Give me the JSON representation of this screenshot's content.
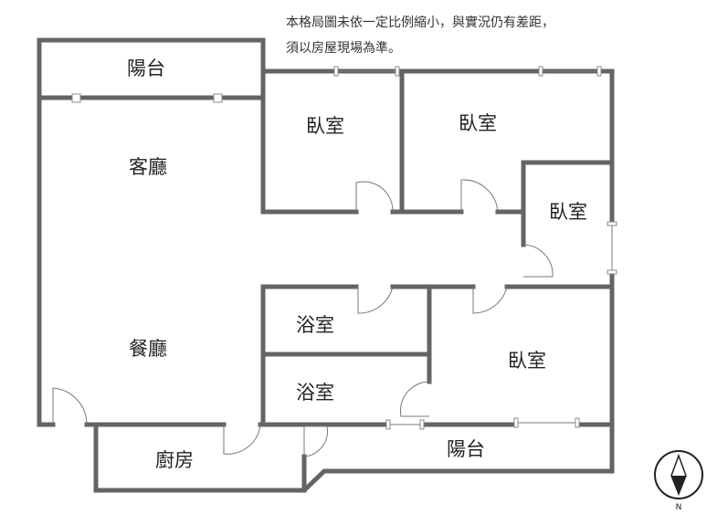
{
  "disclaimer": {
    "line1": "本格局圖未依一定比例縮小，與實況仍有差距，",
    "line2": "須以房屋現場為準。"
  },
  "rooms": {
    "balcony_top": "陽台",
    "living_room": "客廳",
    "dining_room": "餐廳",
    "bedroom_1": "臥室",
    "bedroom_2": "臥室",
    "bedroom_3": "臥室",
    "bedroom_4": "臥室",
    "bathroom_1": "浴室",
    "bathroom_2": "浴室",
    "kitchen": "廚房",
    "balcony_bottom": "陽台"
  },
  "compass": {
    "label": "N"
  },
  "colors": {
    "wall": "#646464"
  }
}
